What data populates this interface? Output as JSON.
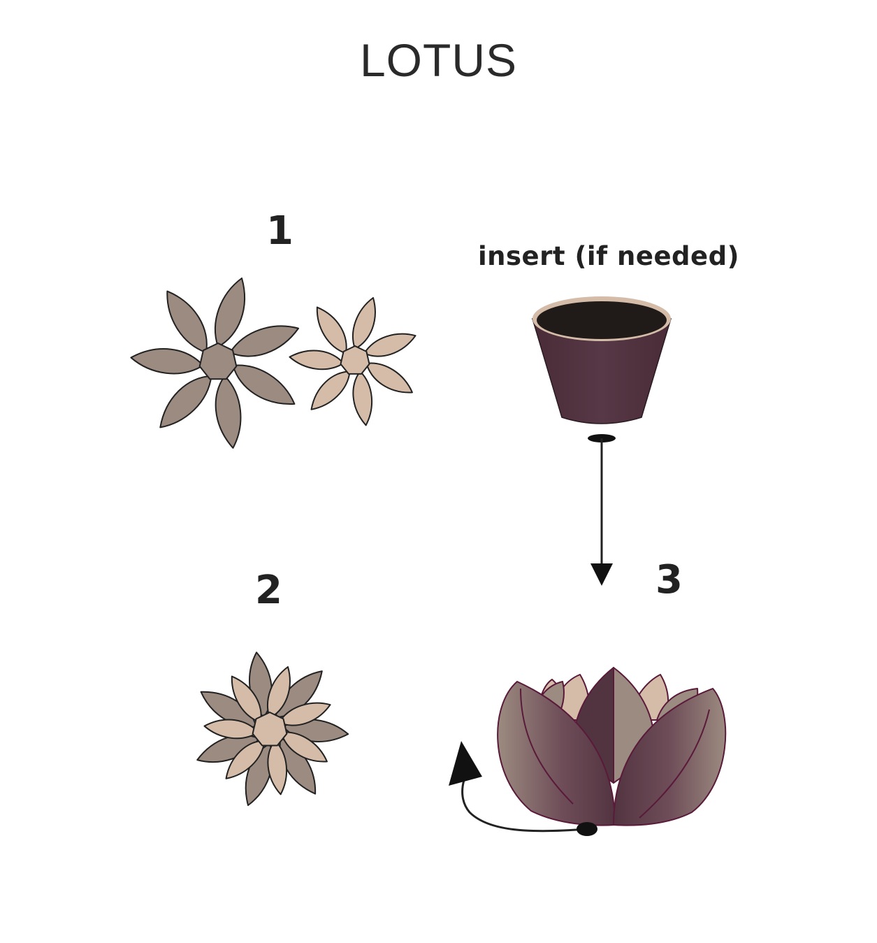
{
  "title": "LOTUS",
  "steps": {
    "one": "1",
    "two": "2",
    "three": "3"
  },
  "insert_label": "insert (if needed)",
  "colors": {
    "dark_taupe": "#9c8b80",
    "light_beige": "#d4bca9",
    "plum": "#523440",
    "plum_outline": "#5a1a3a",
    "insert_inside": "#201a18",
    "stroke": "#222222"
  }
}
